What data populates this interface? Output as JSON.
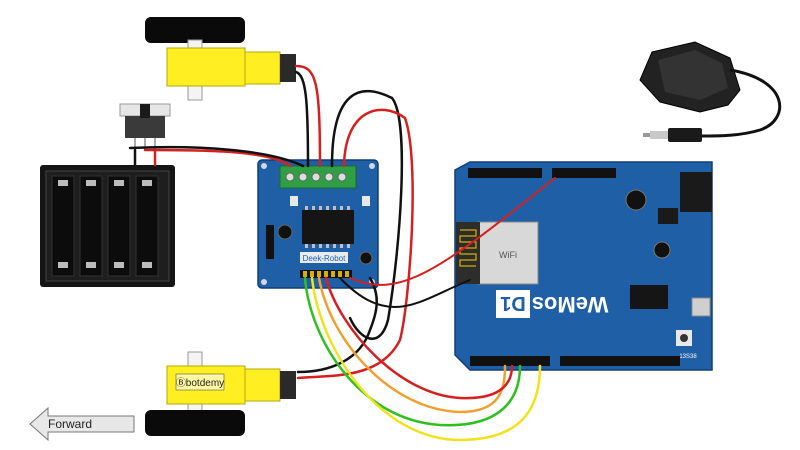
{
  "labels": {
    "brand_tag": "Ⓑbotdemy",
    "direction": "Forward",
    "driver_board": "Deek-Robot",
    "controller_brand": "WeMos",
    "controller_model": "D1",
    "wifi_module": "WiFi",
    "board_code": "13S38"
  },
  "colors": {
    "wire_red": "#d62020",
    "wire_black": "#111111",
    "wire_green": "#2fbf1f",
    "wire_yellow": "#f2e21a",
    "wire_orange": "#f0a030",
    "board_blue": "#1f5fa6",
    "motor_yellow": "#ffef22",
    "terminal_green": "#2f9e44"
  },
  "icons": {
    "direction_arrow": "arrow-left-icon",
    "power_jack": "barrel-jack-icon",
    "usb_port": "micro-usb-icon"
  }
}
